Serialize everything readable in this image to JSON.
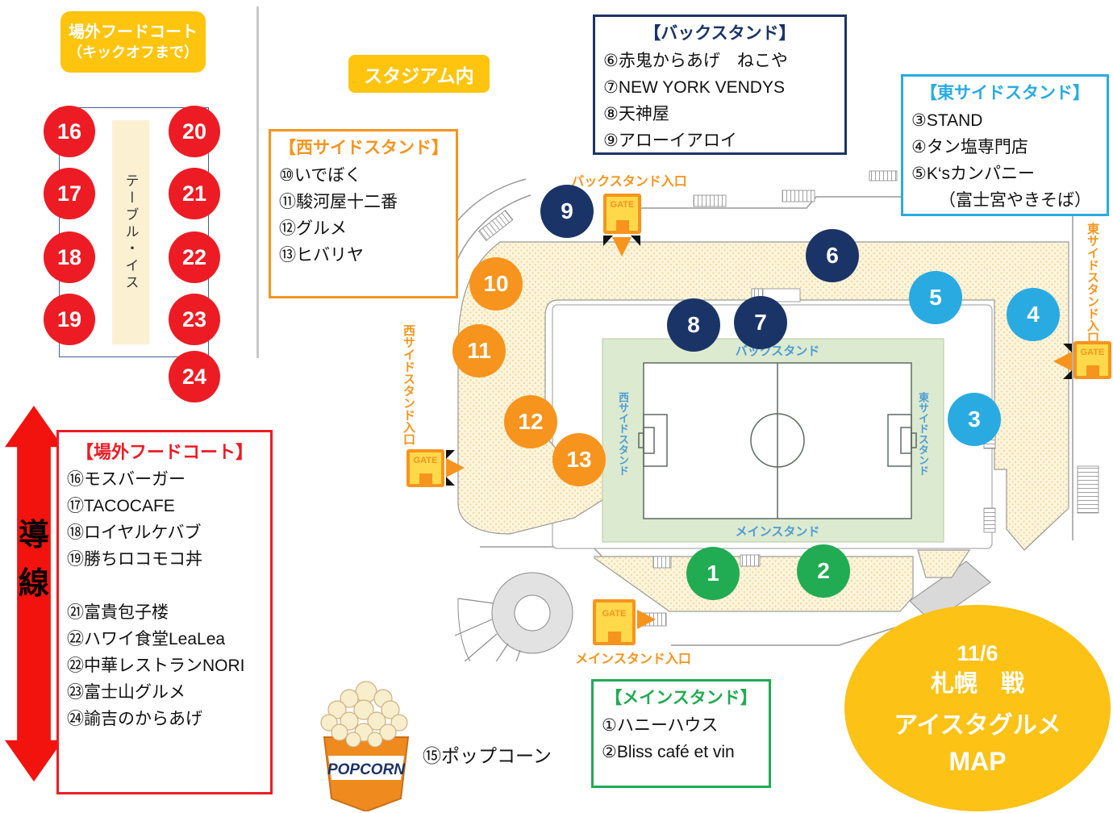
{
  "title_bubble": {
    "date": "11/6",
    "match": "札幌　戦",
    "line1": "アイスタグルメ",
    "line2": "MAP"
  },
  "outside_food_court": {
    "header_line1": "場外フードコート",
    "header_line2": "（キックオフまで）",
    "table_label": "テーブル・イス",
    "stalls": [
      "16",
      "17",
      "18",
      "19",
      "20",
      "21",
      "22",
      "23",
      "24"
    ]
  },
  "flow_arrow": {
    "char1": "導",
    "char2": "線"
  },
  "stadium_inside_label": "スタジアム内",
  "legend_boxes": {
    "west": {
      "title": "【西サイドスタンド】",
      "items": [
        "⑩いでぼく",
        "⑪駿河屋十二番",
        "⑫グルメ",
        "⑬ヒバリヤ"
      ],
      "color": "#f7941d"
    },
    "back": {
      "title": "【バックスタンド】",
      "items": [
        "⑥赤鬼からあげ　ねこや",
        "⑦NEW YORK VENDYS",
        "⑧天神屋",
        "⑨アローイアロイ"
      ],
      "color": "#1b3467"
    },
    "east": {
      "title": "【東サイドスタンド】",
      "items": [
        "③STAND",
        "④タン塩専門店",
        "⑤K‘sカンパニー",
        "（富士宮やきそば）"
      ],
      "color": "#29abe2"
    },
    "main": {
      "title": "【メインスタンド】",
      "items": [
        "①ハニーハウス",
        "②Bliss café et vin"
      ],
      "color": "#21ab53"
    },
    "outside": {
      "title": "【場外フードコート】",
      "items": [
        "⑯モスバーガー",
        "⑰TACOCAFE",
        "⑱ロイヤルケバブ",
        "⑲勝ちロコモコ丼",
        "",
        "㉑富貴包子楼",
        "㉒ハワイ食堂LeaLea",
        "㉒中華レストランNORI",
        "㉓富士山グルメ",
        "㉔諭吉のからあげ"
      ],
      "color": "#ed1c24"
    }
  },
  "popcorn": {
    "box_text": "POPCORN",
    "label": "⑮ポップコーン"
  },
  "map": {
    "gate_text": "GATE",
    "gate_labels": {
      "back": "バックスタンド入口",
      "east": "東サイドスタンド入口",
      "west": "西サイドスタンド入口",
      "main": "メインスタンド入口"
    },
    "stand_labels": {
      "back": "バックスタンド",
      "main": "メインスタンド",
      "west": "西サイドスタンド",
      "east": "東サイドスタンド"
    },
    "circles": [
      {
        "label": "1",
        "stand": "main"
      },
      {
        "label": "2",
        "stand": "main"
      },
      {
        "label": "3",
        "stand": "east"
      },
      {
        "label": "4",
        "stand": "east"
      },
      {
        "label": "5",
        "stand": "east"
      },
      {
        "label": "6",
        "stand": "back"
      },
      {
        "label": "7",
        "stand": "back"
      },
      {
        "label": "8",
        "stand": "back"
      },
      {
        "label": "9",
        "stand": "back"
      },
      {
        "label": "10",
        "stand": "west"
      },
      {
        "label": "11",
        "stand": "west"
      },
      {
        "label": "12",
        "stand": "west"
      },
      {
        "label": "13",
        "stand": "west"
      }
    ],
    "colors": {
      "back": "#1b3467",
      "west": "#f7941d",
      "east": "#29abe2",
      "main": "#21ab53",
      "outside": "#ed1c24",
      "concourse": "#fdf5dc",
      "pitch": "#dcead0",
      "gate_yellow": "#ffd94a",
      "accent_yellow": "#ffc40e"
    }
  }
}
